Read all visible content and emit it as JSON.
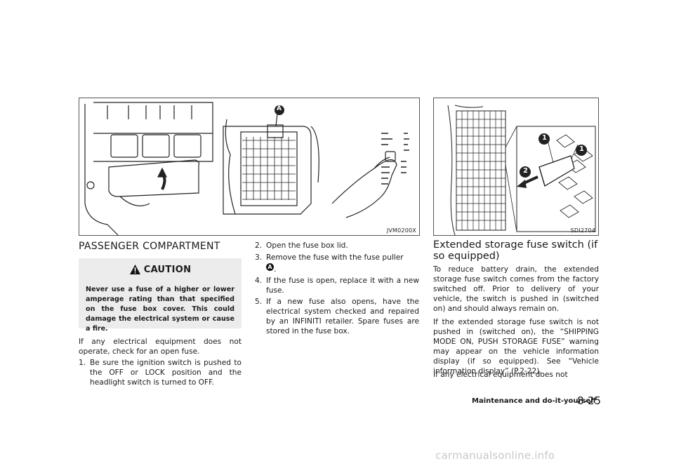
{
  "figures": {
    "left_code": "JVM0200X",
    "right_code": "SDI2704",
    "callout_a": "A",
    "callout_1": "1",
    "callout_2": "2"
  },
  "left_column": {
    "heading": "PASSENGER COMPARTMENT",
    "caution_title": "CAUTION",
    "caution_text": "Never use a fuse of a higher or lower amperage rating than that specified on the fuse box cover. This could damage the electrical system or cause a fire.",
    "intro": "If any electrical equipment does not operate, check for an open fuse.",
    "step1_num": "1.",
    "step1_text": "Be sure the ignition switch is pushed to the OFF or LOCK position and the headlight switch is turned to OFF."
  },
  "middle_column": {
    "step2_num": "2.",
    "step2_text": "Open the fuse box lid.",
    "step3_num": "3.",
    "step3_text": "Remove the fuse with the fuse puller",
    "step3_badge": "A",
    "step3_end": ".",
    "step4_num": "4.",
    "step4_text": "If the fuse is open, replace it with a new fuse.",
    "step5_num": "5.",
    "step5_text": "If a new fuse also opens, have the electrical system checked and repaired by an INFINITI retailer. Spare fuses are stored in the fuse box."
  },
  "right_column": {
    "section_title": "Extended storage fuse switch (if so equipped)",
    "para1": "To reduce battery drain, the extended storage fuse switch comes from the factory switched off. Prior to delivery of your vehicle, the switch is pushed in (switched on) and should always remain on.",
    "para2": "If the extended storage fuse switch is not pushed in (switched on), the “SHIPPING MODE ON, PUSH STORAGE FUSE” warning may appear on the vehicle information display (if so equipped). See “Vehicle information display” (P.2-22).",
    "para3": "If any electrical equipment does not"
  },
  "footer": {
    "section_label": "Maintenance and do-it-yourself",
    "page_number": "8-25"
  },
  "watermark": "carmanualsonline.info"
}
